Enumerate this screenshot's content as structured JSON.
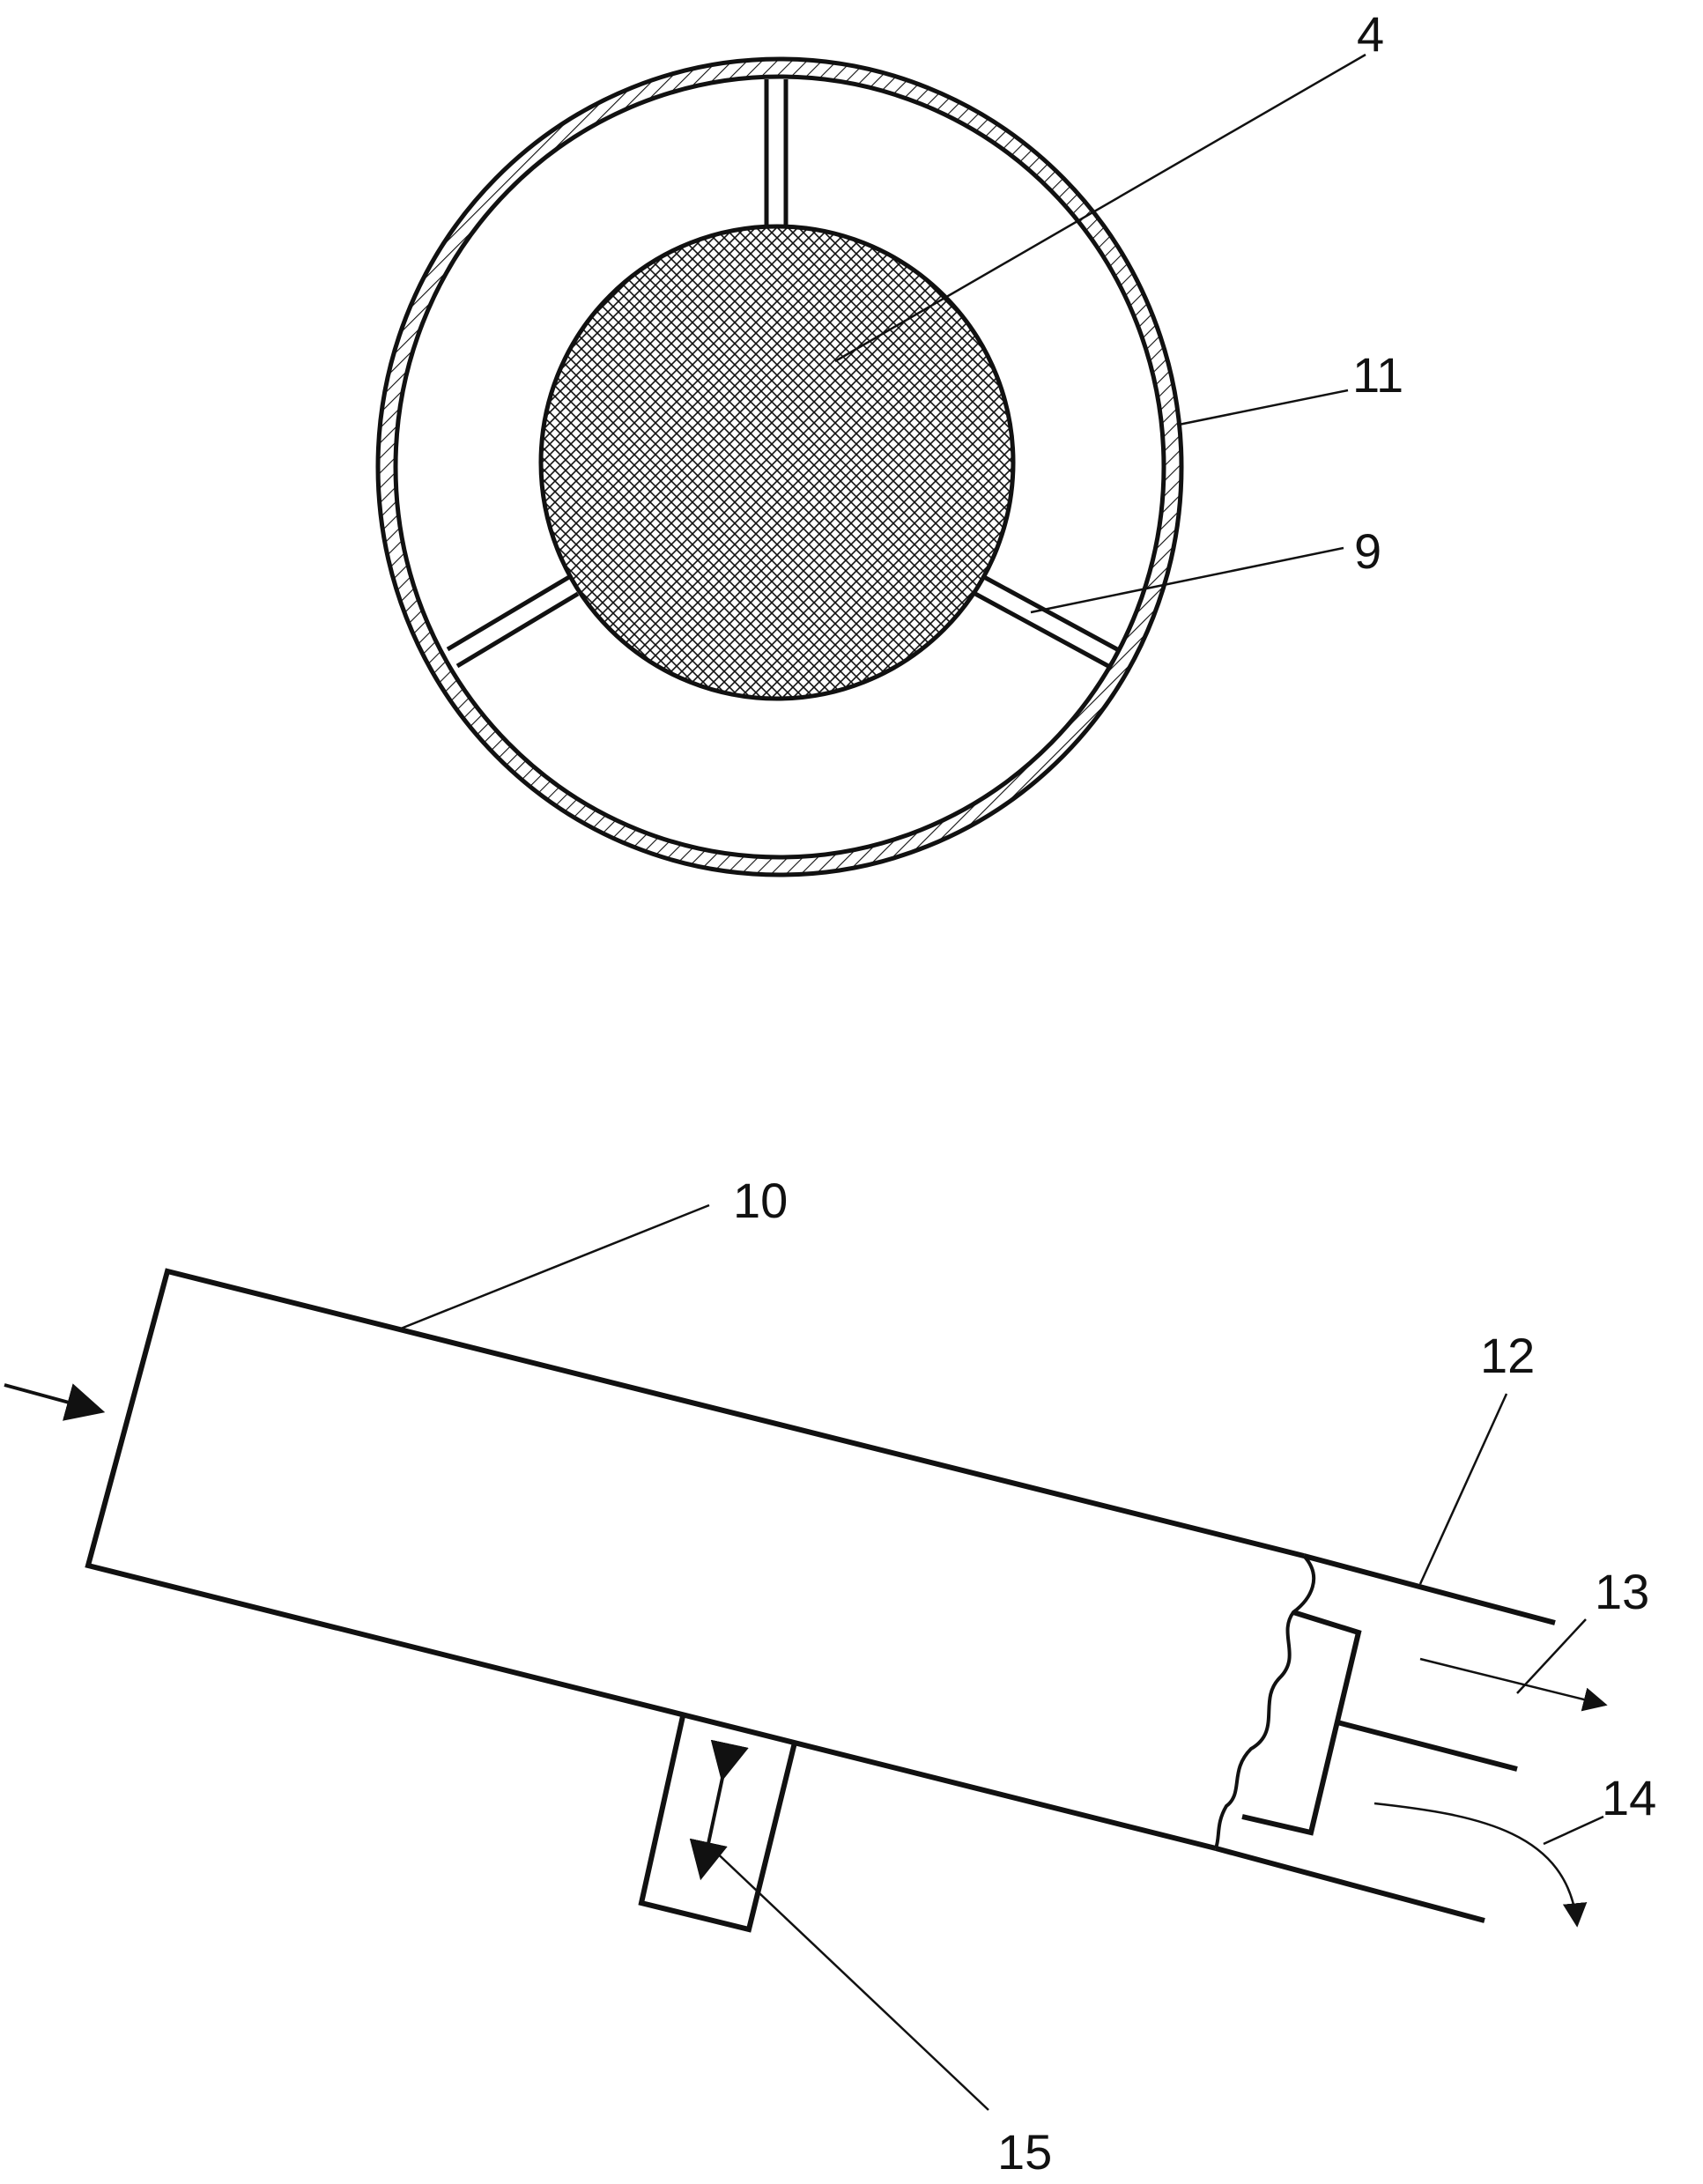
{
  "colors": {
    "ink": "#111111",
    "background": "#ffffff"
  },
  "top_view": {
    "labels": {
      "core": "4",
      "outer_shell": "11",
      "spokes": "9"
    }
  },
  "side_view": {
    "labels": {
      "tube": "10",
      "outlet_sleeve": "12",
      "upper_outflow": "13",
      "lower_outflow": "14",
      "side_port": "15"
    }
  }
}
